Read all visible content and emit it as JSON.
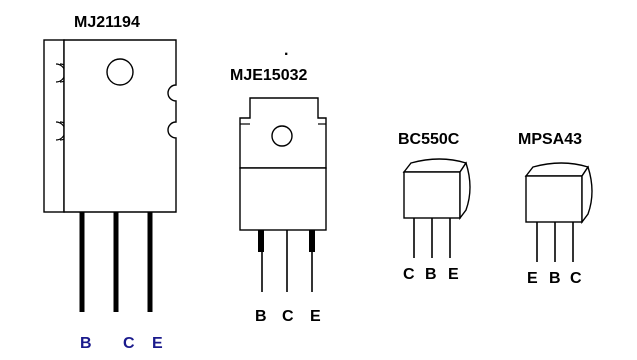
{
  "devices": [
    {
      "name": "MJ21194",
      "pins": [
        "B",
        "C",
        "E"
      ]
    },
    {
      "dot": ".",
      "name": "MJE15032",
      "pins": [
        "B",
        "C",
        "E"
      ]
    },
    {
      "name": "BC550C",
      "pins": [
        "C",
        "B",
        "E"
      ]
    },
    {
      "name": "MPSA43",
      "pins": [
        "E",
        "B",
        "C"
      ]
    }
  ],
  "colors": {
    "outline": "#000000",
    "mj21194_pin_labels": "#1a1a8c"
  }
}
